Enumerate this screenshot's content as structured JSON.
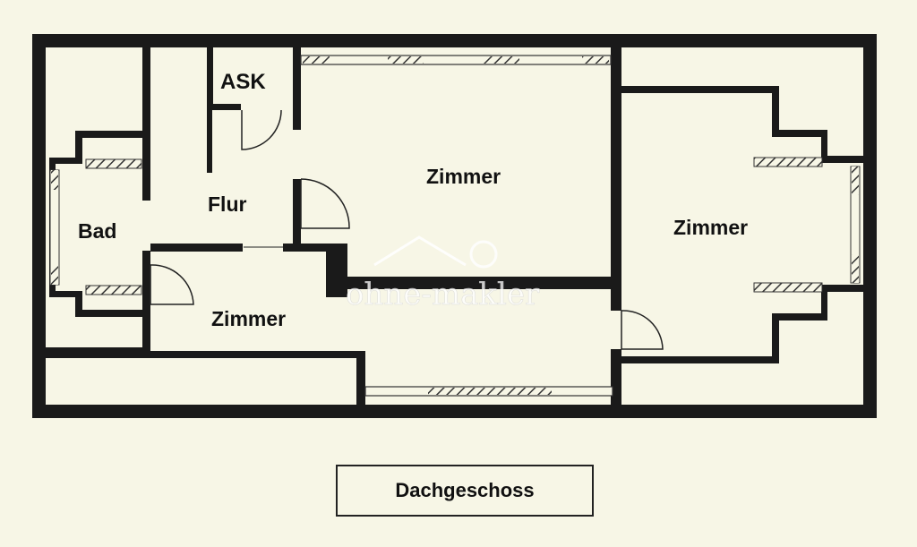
{
  "rooms": {
    "ask": "ASK",
    "flur": "Flur",
    "bad": "Bad",
    "zimmer_top": "Zimmer",
    "zimmer_right": "Zimmer",
    "zimmer_bottom": "Zimmer"
  },
  "watermark": "ohne-makler",
  "caption": "Dachgeschoss",
  "colors": {
    "wall": "#1a1a1a",
    "paper": "#f7f6e6",
    "hatch": "#333333"
  }
}
